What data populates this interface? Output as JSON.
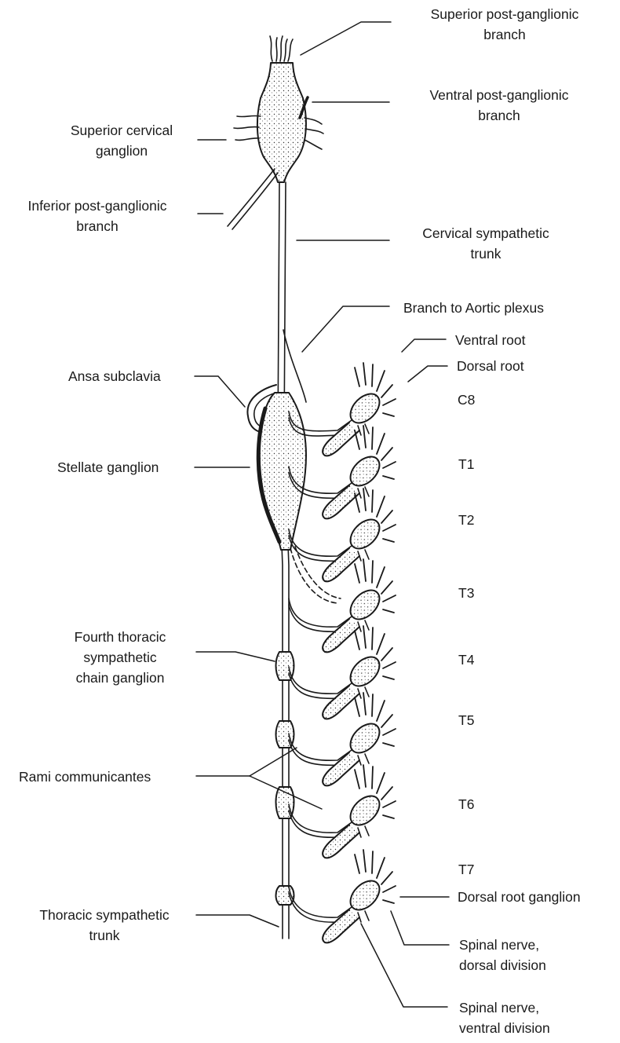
{
  "labels": {
    "superior_post_ganglionic_branch": [
      "Superior post-ganglionic",
      "branch"
    ],
    "ventral_post_ganglionic_branch": [
      "Ventral post-ganglionic",
      "branch"
    ],
    "superior_cervical_ganglion": [
      "Superior cervical",
      "ganglion"
    ],
    "inferior_post_ganglionic_branch": [
      "Inferior post-ganglionic",
      "branch"
    ],
    "cervical_sympathetic_trunk": [
      "Cervical sympathetic",
      "trunk"
    ],
    "branch_to_aortic_plexus": "Branch to Aortic plexus",
    "ventral_root": "Ventral root",
    "dorsal_root": "Dorsal root",
    "ansa_subclavia": "Ansa subclavia",
    "stellate_ganglion": "Stellate ganglion",
    "fourth_thoracic_ganglion": [
      "Fourth thoracic",
      "sympathetic",
      "chain ganglion"
    ],
    "rami_communicantes": "Rami communicantes",
    "thoracic_sympathetic_trunk": [
      "Thoracic sympathetic",
      "trunk"
    ],
    "dorsal_root_ganglion": "Dorsal root ganglion",
    "spinal_nerve_dorsal_division": [
      "Spinal nerve,",
      "dorsal division"
    ],
    "spinal_nerve_ventral_division": [
      "Spinal nerve,",
      "ventral division"
    ]
  },
  "segments": [
    "C8",
    "T1",
    "T2",
    "T3",
    "T4",
    "T5",
    "T6",
    "T7"
  ]
}
